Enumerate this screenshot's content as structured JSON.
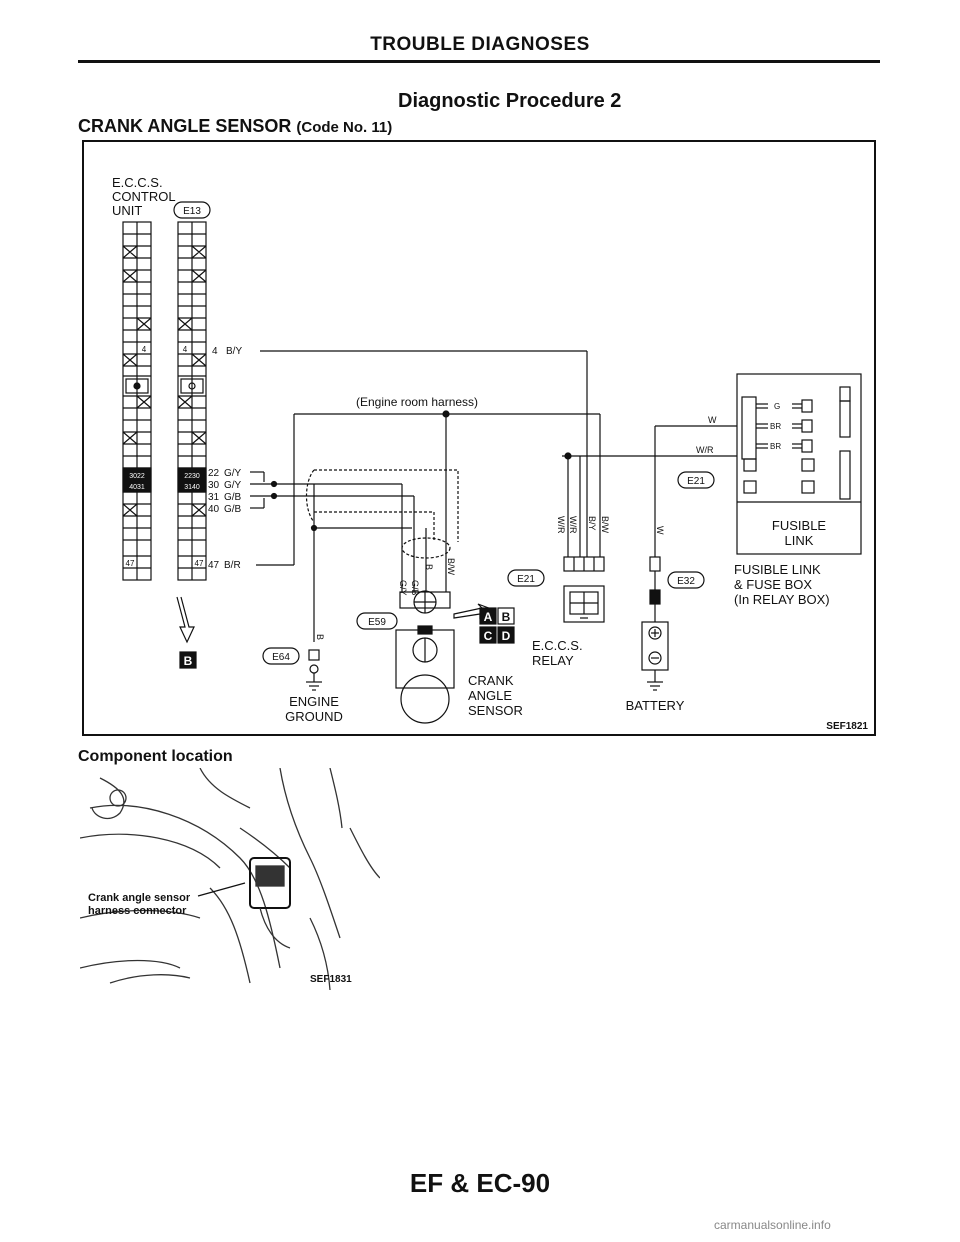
{
  "header": {
    "title": "TROUBLE DIAGNOSES"
  },
  "procedure": {
    "title": "Diagnostic Procedure 2"
  },
  "subtitle": {
    "main": "CRANK ANGLE SENSOR",
    "code": "(Code No. 11)"
  },
  "diagram": {
    "ecu_label": [
      "E.C.C.S.",
      "CONTROL",
      "UNIT"
    ],
    "harness_label": "(Engine room harness)",
    "connectors": {
      "e13": "E13",
      "e64": "E64",
      "e59": "E59",
      "e21a": "E21",
      "e21b": "E21",
      "e32": "E32"
    },
    "pins": {
      "p4": "4",
      "p4_wire": "B/Y",
      "p22": "22",
      "p22_wire": "G/Y",
      "p30": "30",
      "p30_wire": "G/Y",
      "p31": "31",
      "p31_wire": "G/B",
      "p40": "40",
      "p40_wire": "G/B",
      "p47": "47",
      "p47_wire": "B/R"
    },
    "terminal_ids": {
      "t3022": "3022",
      "t4031": "4031",
      "t2230": "2230",
      "t3140": "3140",
      "t47": "47",
      "t4": "4"
    },
    "wires": {
      "g_y": "G/Y",
      "g_b": "G/B",
      "b": "B",
      "b_w": "B/W",
      "b_y": "B/Y",
      "w_r": "W/R",
      "w": "W",
      "w_r_top": "W/R",
      "w_top": "W",
      "w_batt": "W"
    },
    "fuse_wires": {
      "g": "G",
      "br1": "BR",
      "br2": "BR"
    },
    "view_letters": {
      "a": "A",
      "b": "B",
      "c": "C",
      "d": "D",
      "ecu_view": "B"
    },
    "labels": {
      "engine_ground": [
        "ENGINE",
        "GROUND"
      ],
      "crank_sensor": [
        "CRANK",
        "ANGLE",
        "SENSOR"
      ],
      "ecu_relay": [
        "E.C.C.S.",
        "RELAY"
      ],
      "battery": "BATTERY",
      "fusible_link": [
        "FUSIBLE",
        "LINK"
      ],
      "fuse_box": [
        "FUSIBLE LINK",
        "& FUSE BOX",
        "(In RELAY BOX)"
      ]
    },
    "ref": "SEF1821"
  },
  "component": {
    "title": "Component location",
    "callout": [
      "Crank angle sensor",
      "harness connector"
    ],
    "ref": "SEF1831"
  },
  "footer": {
    "page": "EF & EC-90"
  },
  "watermark": "carmanualsonline.info"
}
